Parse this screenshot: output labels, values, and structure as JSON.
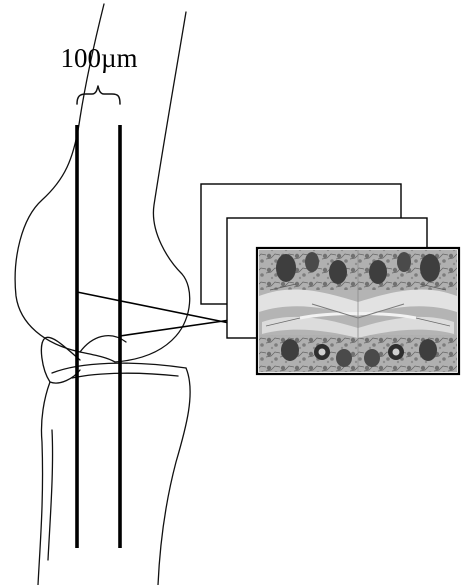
{
  "scale": {
    "label": "100µm"
  },
  "colors": {
    "line": "#000000",
    "background": "#ffffff",
    "micrograph_base": "#b4b4b4",
    "micrograph_cartilage": "#e2e2e2",
    "micrograph_marrow": "#3e3e3e"
  },
  "sections": {
    "count": 3,
    "cut_lines": 2
  },
  "micrograph": {
    "content": "histology-section",
    "symmetry": "mirrored"
  }
}
